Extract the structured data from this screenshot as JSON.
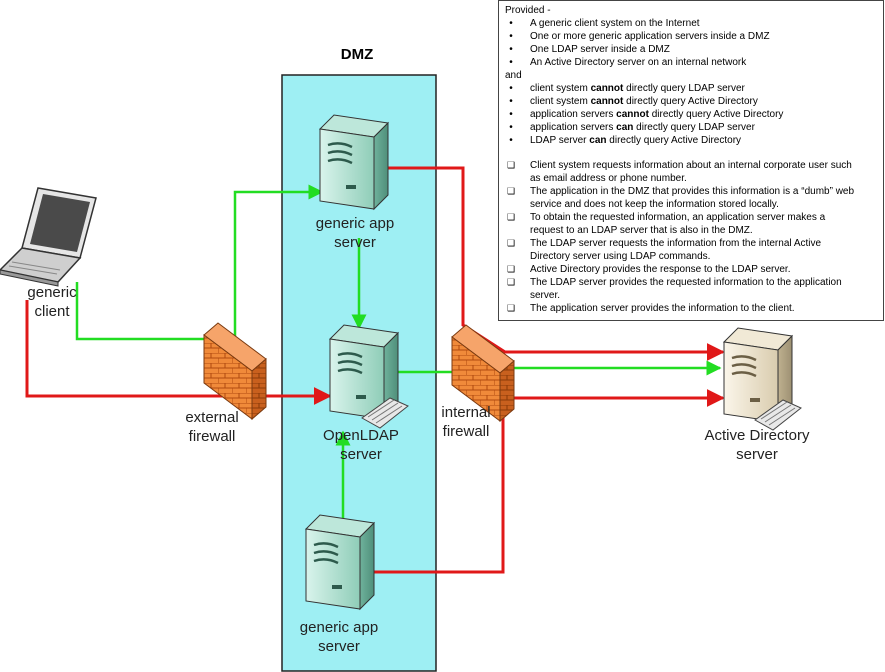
{
  "zone": {
    "title": "DMZ"
  },
  "nodes": {
    "client": [
      "generic",
      "client"
    ],
    "app_top": [
      "generic app",
      "server"
    ],
    "ldap": [
      "OpenLDAP",
      "server"
    ],
    "app_bottom": [
      "generic app",
      "server"
    ],
    "external_fw": [
      "external",
      "firewall"
    ],
    "internal_fw": [
      "internal",
      "firewall"
    ],
    "ad": [
      "Active Directory",
      "server"
    ]
  },
  "notes": {
    "heading": "Provided -",
    "provided": [
      "A generic client system on the Internet",
      "One or more generic application servers inside a DMZ",
      "One LDAP server inside a DMZ",
      "An Active Directory server on an internal network"
    ],
    "and_word": "and",
    "rules": [
      {
        "pre": "client system ",
        "bold": "cannot",
        "post": " directly query LDAP server"
      },
      {
        "pre": "client system ",
        "bold": "cannot",
        "post": " directly query Active Directory"
      },
      {
        "pre": "application servers ",
        "bold": "cannot",
        "post": " directly query Active Directory"
      },
      {
        "pre": "application servers ",
        "bold": "can",
        "post": " directly query LDAP server"
      },
      {
        "pre": "LDAP server ",
        "bold": "can",
        "post": " directly query Active Directory"
      }
    ],
    "steps": [
      [
        "Client system requests information about an internal corporate user such",
        "as email address or phone number."
      ],
      [
        "The application in the DMZ that provides this information is a “dumb” web",
        "service and does not keep the information stored locally."
      ],
      [
        "To obtain the requested information, an application server makes a",
        "request to an LDAP server that is also in the DMZ."
      ],
      [
        "The LDAP server requests the information from the internal Active",
        "Directory server using LDAP commands."
      ],
      [
        "Active Directory provides the response to the LDAP server."
      ],
      [
        "The LDAP server provides the requested information to the application",
        "server."
      ],
      [
        "The application server provides the information to the client."
      ]
    ]
  },
  "colors": {
    "dmz_fill": "#9eeff3",
    "green_flow": "#22dd22",
    "red_flow": "#e01818",
    "server": "#9fd8c6",
    "ad_server": "#e9dfc8",
    "firewall": "#f07a2a"
  }
}
